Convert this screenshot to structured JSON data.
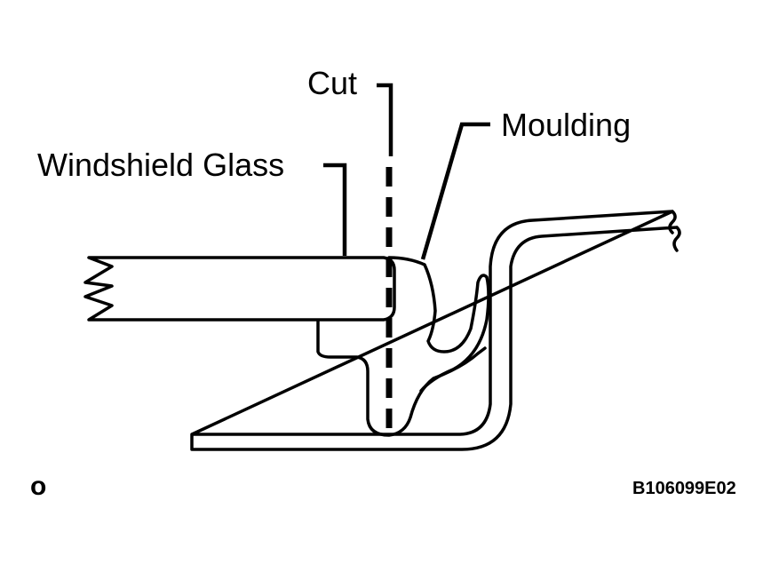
{
  "labels": {
    "cut": "Cut",
    "moulding": "Moulding",
    "windshield_glass": "Windshield Glass"
  },
  "footer": {
    "corner_mark": "o",
    "reference_code": "B106099E02"
  },
  "colors": {
    "line": "#000000",
    "background": "#ffffff"
  }
}
